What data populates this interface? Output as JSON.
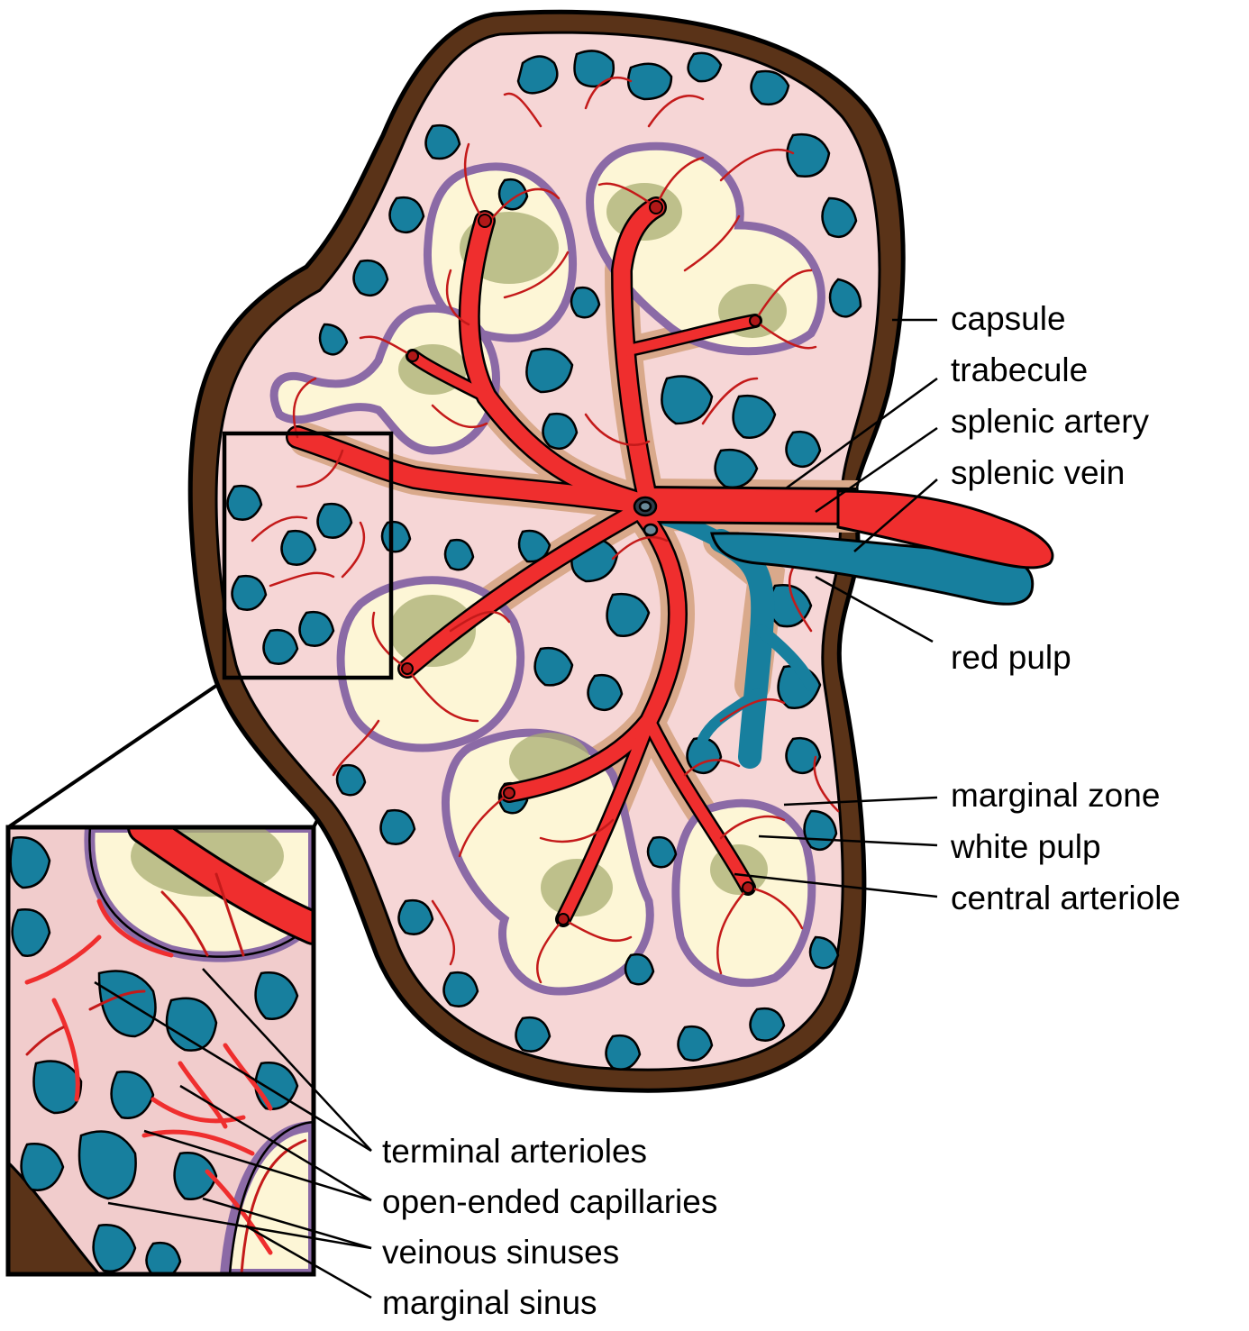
{
  "labels": {
    "capsule": "capsule",
    "trabecule": "trabecule",
    "splenic_artery": "splenic artery",
    "splenic_vein": "splenic vein",
    "red_pulp": "red pulp",
    "marginal_zone": "marginal zone",
    "white_pulp": "white pulp",
    "central_arteriole": "central arteriole",
    "terminal_arterioles": "terminal arterioles",
    "open_ended_capillaries": "open-ended capillaries",
    "veinous_sinuses": "veinous sinuses",
    "marginal_sinus": "marginal sinus"
  },
  "colors": {
    "capsule": "#5a3318",
    "red_pulp": "#f6d6d6",
    "white_pulp": "#fdf6d6",
    "germinal_center": "#a8ae72",
    "marginal_zone": "#8b6aa6",
    "trabecule": "#d9a98b",
    "artery": "#ef2e2e",
    "vessel_dark": "#b01818",
    "vein": "#177f9e",
    "outline": "#000000"
  }
}
